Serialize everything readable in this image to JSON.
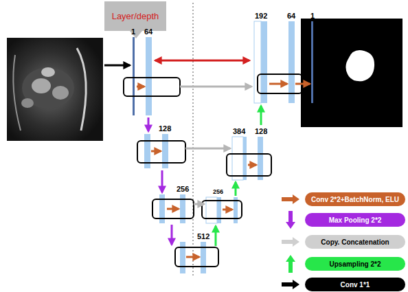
{
  "diagram": {
    "nodes": [
      {
        "text": [
          "Layer/depth"
        ]
      }
    ],
    "labels": [
      "1",
      "64",
      "192",
      "64",
      "1",
      "128",
      "384",
      "128",
      "256",
      "256",
      "512"
    ],
    "legend": [
      {
        "text": "Conv 2*2+BatchNorm, ELU",
        "color": "#c8622b"
      },
      {
        "text": "Max Pooling 2*2",
        "color": "#a429e0"
      },
      {
        "text": "Copy. Concatenation",
        "color": "#cfcfcf"
      },
      {
        "text": "Upsampling 2*2",
        "color": "#27e64a"
      },
      {
        "text": "Conv 1*1",
        "color": "#000000"
      }
    ]
  }
}
